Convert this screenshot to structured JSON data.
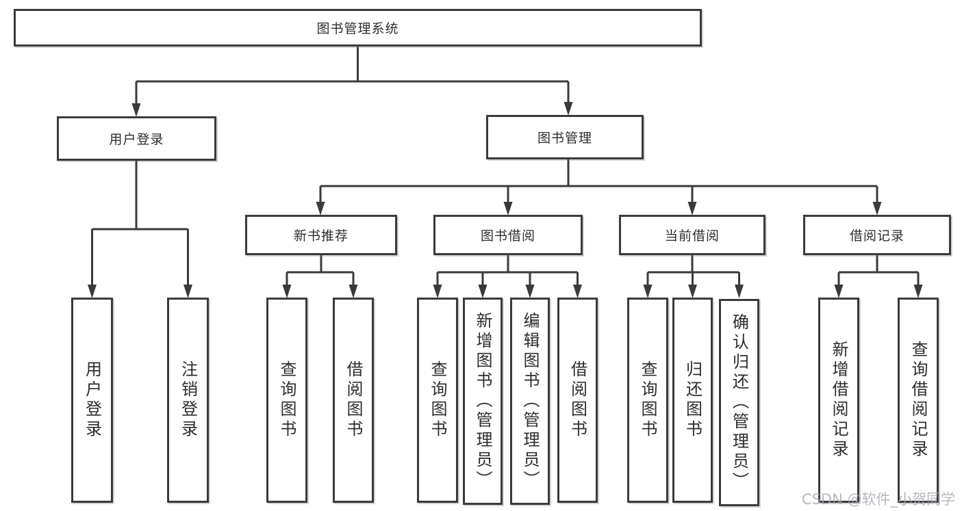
{
  "tree": {
    "root": {
      "label": "图书管理系统"
    },
    "branches": [
      {
        "label": "用户登录",
        "leaves": [
          "用户登录",
          "注销登录"
        ]
      },
      {
        "label": "图书管理",
        "children": [
          {
            "label": "新书推荐",
            "leaves": [
              "查询图书",
              "借阅图书"
            ]
          },
          {
            "label": "图书借阅",
            "leaves": [
              "查询图书",
              "新增图书（管理员）",
              "编辑图书（管理员）",
              "借阅图书"
            ]
          },
          {
            "label": "当前借阅",
            "leaves": [
              "查询图书",
              "归还图书",
              "确认归还（管理员）"
            ]
          },
          {
            "label": "借阅记录",
            "leaves": [
              "新增借阅记录",
              "查询借阅记录"
            ]
          }
        ]
      }
    ]
  },
  "watermark": {
    "text": "CSDN @软件_小贺同学"
  },
  "colors": {
    "line": "#3a3a3a",
    "box_border": "#3a3a3a",
    "text": "#2d2d2d",
    "watermark": "#a2a7ae",
    "background": "#ffffff"
  }
}
